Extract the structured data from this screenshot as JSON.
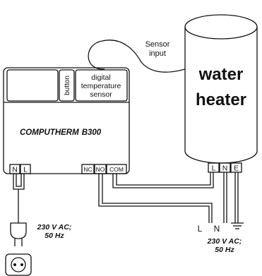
{
  "device": {
    "button_label": "button",
    "sensor_label_lines": [
      "digital",
      "temperature",
      "sensor"
    ],
    "brand": "COMPUTHERM",
    "model": "B300",
    "left_terminals": [
      "N",
      "L"
    ],
    "right_terminals": [
      "NC",
      "NO",
      "COM"
    ]
  },
  "sensor_input_lines": [
    "Sensor",
    "input"
  ],
  "heater": {
    "title_lines": [
      "water",
      "heater"
    ],
    "terminals": [
      "L",
      "N",
      "E"
    ]
  },
  "supply_left_lines": [
    "230 V AC;",
    "50 Hz"
  ],
  "supply_right_lines": [
    "230 V AC;",
    "50 Hz"
  ],
  "mains_labels": {
    "l": "L",
    "n": "N"
  }
}
